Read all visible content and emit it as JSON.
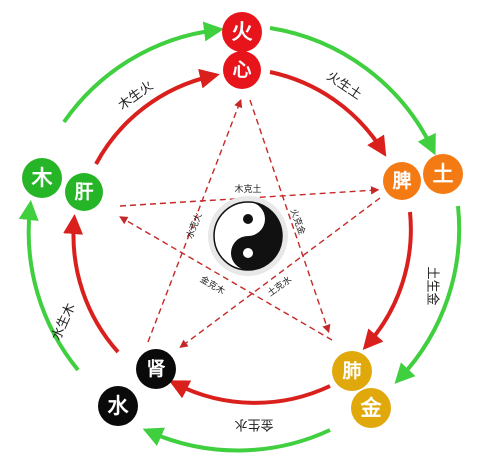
{
  "colors": {
    "fire": "#e8141b",
    "earth": "#f47a13",
    "metal": "#e0a80a",
    "water": "#0a0a0a",
    "wood": "#26b527",
    "outer_arrow": "#3fcf3f",
    "inner_arrow": "#d9201d",
    "star_line": "#c62828"
  },
  "elements": {
    "fire": {
      "element": "火",
      "organ": "心"
    },
    "earth": {
      "element": "土",
      "organ": "脾"
    },
    "metal": {
      "element": "金",
      "organ": "肺"
    },
    "water": {
      "element": "水",
      "organ": "肾"
    },
    "wood": {
      "element": "木",
      "organ": "肝"
    }
  },
  "generating": {
    "wood_fire": "木生火",
    "fire_earth": "火生土",
    "earth_metal": "土生金",
    "metal_water": "金生水",
    "water_wood": "水生木"
  },
  "controlling": {
    "wood_earth": "木克土",
    "fire_metal": "火克金",
    "earth_water": "土克水",
    "metal_wood": "金克木",
    "water_fire": "水克火"
  },
  "center_icon": "yin-yang-icon"
}
